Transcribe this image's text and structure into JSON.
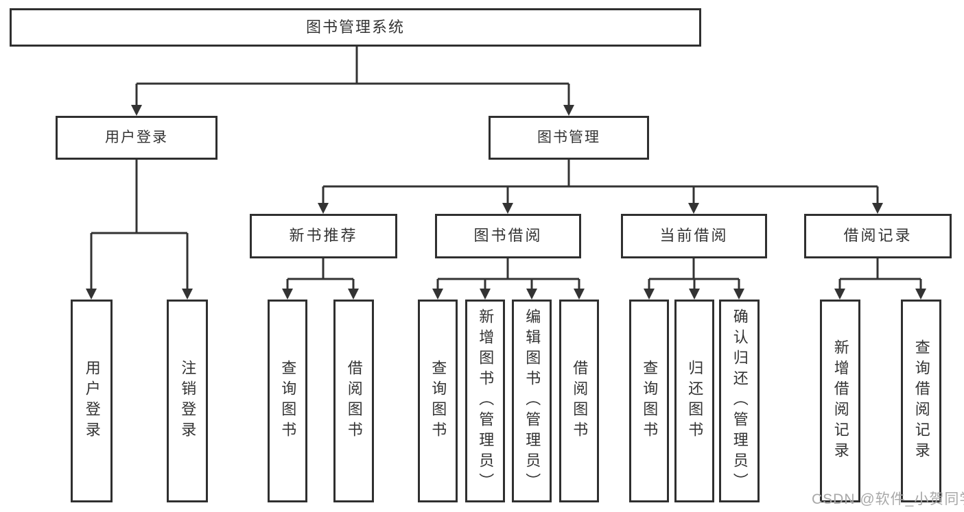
{
  "diagram": {
    "root": {
      "label": "图书管理系统"
    },
    "branches": [
      {
        "label": "用户登录",
        "children": [
          {
            "label": "用户登录"
          },
          {
            "label": "注销登录"
          }
        ]
      },
      {
        "label": "图书管理",
        "children": [
          {
            "label": "新书推荐",
            "children": [
              {
                "label": "查询图书"
              },
              {
                "label": "借阅图书"
              }
            ]
          },
          {
            "label": "图书借阅",
            "children": [
              {
                "label": "查询图书"
              },
              {
                "label": "新增图书（管理员）"
              },
              {
                "label": "编辑图书（管理员）"
              },
              {
                "label": "借阅图书"
              }
            ]
          },
          {
            "label": "当前借阅",
            "children": [
              {
                "label": "查询图书"
              },
              {
                "label": "归还图书"
              },
              {
                "label": "确认归还（管理员）"
              }
            ]
          },
          {
            "label": "借阅记录",
            "children": [
              {
                "label": "新增借阅记录"
              },
              {
                "label": "查询借阅记录"
              }
            ]
          }
        ]
      }
    ],
    "watermark": "CSDN @软件_小贺同学",
    "colors": {
      "line": "#333333",
      "border": "#2f2f2f",
      "text": "#333333",
      "watermark": "#a8a8a8"
    }
  }
}
